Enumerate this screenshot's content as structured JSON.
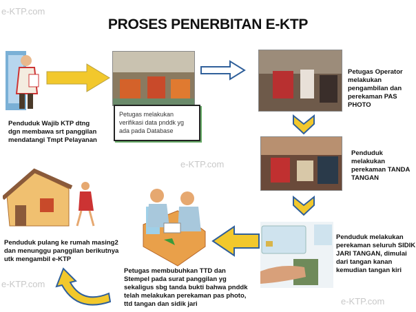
{
  "title": "PROSES PENERBITAN E-KTP",
  "watermark": "e-KTP.com",
  "steps": [
    {
      "caption": "Penduduk Wajib KTP dtng dgn membawa srt panggilan mendatangi Tmpt Pelayanan"
    },
    {
      "caption": "Petugas melakukan verifikasi data pnddk  yg ada pada Database"
    },
    {
      "caption": "Petugas Operator melakukan pengambilan  dan perekaman PAS PHOTO"
    },
    {
      "caption": "Penduduk melakukan perekaman TANDA TANGAN"
    },
    {
      "caption": "Penduduk  melakukan perekaman seluruh SIDIK JARI  TANGAN, dimulai dari tangan kanan kemudian tangan kiri"
    },
    {
      "caption": "Petugas membubuhkan  TTD dan Stempel pada surat panggilan yg sekaligus sbg tanda bukti bahwa pnddk telah melakukan  perekaman pas photo, ttd tangan dan sidik jari"
    },
    {
      "caption": "Penduduk pulang  ke rumah masing2 dan menunggu  panggilan berikutnya utk mengambil  e-KTP"
    }
  ],
  "colors": {
    "arrow_fill": "#f2c82c",
    "arrow_stroke": "#2f5f9a"
  }
}
